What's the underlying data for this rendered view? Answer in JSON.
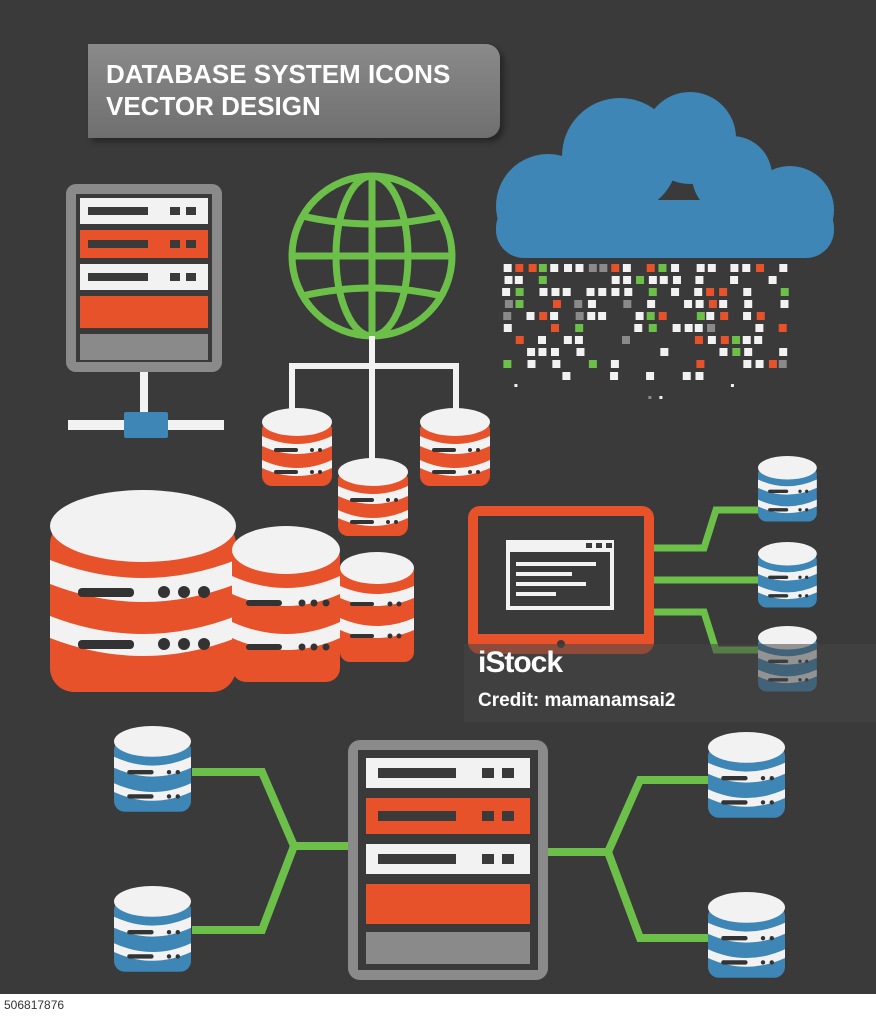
{
  "banner": {
    "line1": "DATABASE SYSTEM ICONS",
    "line2": "VECTOR DESIGN"
  },
  "watermark": {
    "brand": "iStock",
    "credit": "Credit: mamanamsai2"
  },
  "footer": {
    "image_number": "506817876"
  },
  "icons": {
    "server_rack": "server-rack-icon",
    "globe": "globe-icon",
    "cloud": "cloud-icon",
    "database": "database-icon",
    "monitor": "monitor-icon"
  },
  "colors": {
    "background": "#3a3a3a",
    "orange": "#e8522a",
    "white": "#f2f2f2",
    "green": "#6cc04a",
    "blue": "#3e86b6",
    "gray": "#8a8a8a"
  }
}
